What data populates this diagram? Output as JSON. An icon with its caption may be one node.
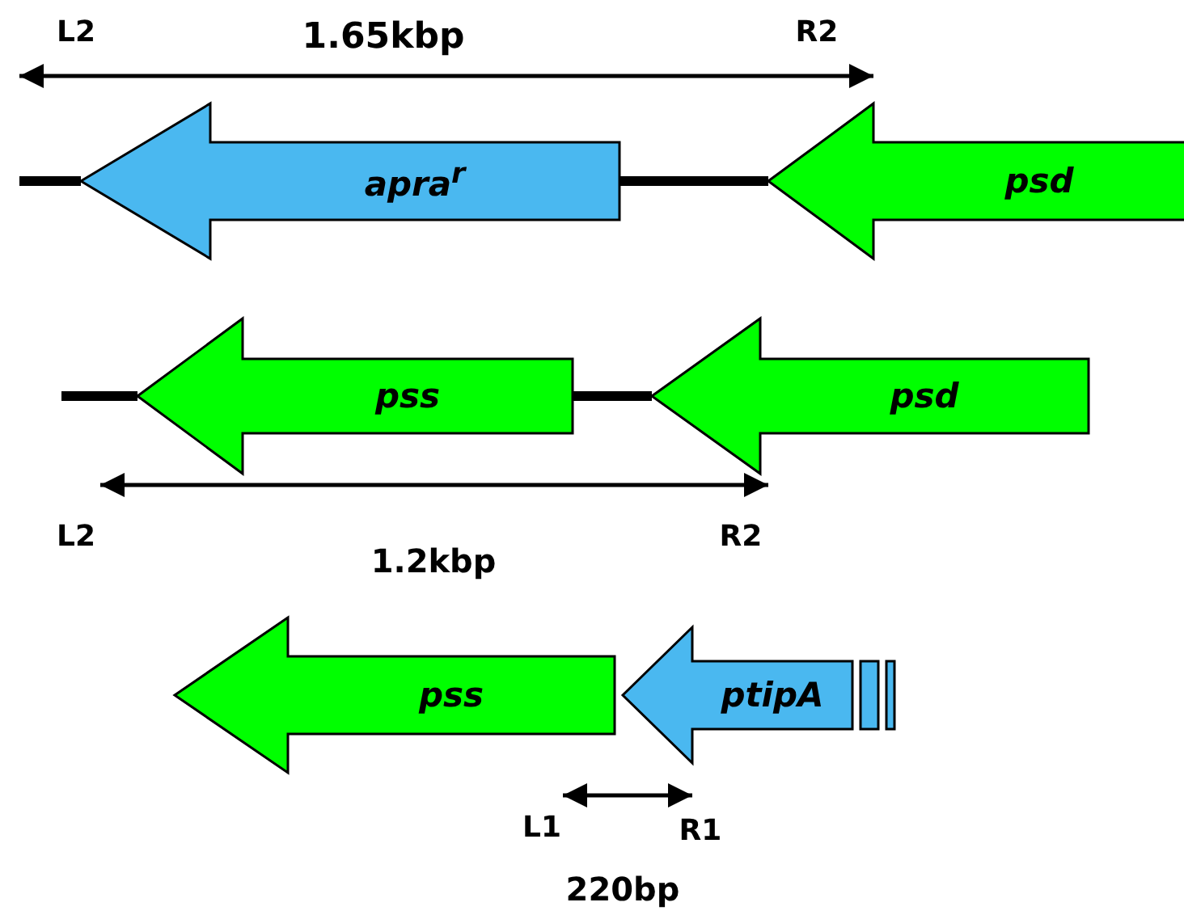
{
  "diagram": {
    "nodes": [
      {
        "text": [
          "apra$^{r}$"
        ]
      },
      {
        "text": [
          "psd"
        ]
      },
      {
        "text": [
          "pss"
        ]
      },
      {
        "text": [
          "psd"
        ]
      },
      {
        "text": [
          "pss"
        ]
      },
      {
        "text": [
          "ptipA"
        ]
      },
      {
        "text": [],
        "shape": "bar"
      },
      {
        "text": [],
        "shape": "bar"
      }
    ],
    "edges": [
      {
        "from": null,
        "to": 0,
        "arrow": "none"
      },
      {
        "from": 0,
        "to": 1,
        "arrow": "none"
      },
      {
        "from": null,
        "to": 2,
        "arrow": "none"
      },
      {
        "from": 2,
        "to": 3,
        "arrow": "none"
      }
    ],
    "labels": [
      "L2",
      "1.65kbp",
      "R2",
      "L2",
      "R2",
      "1.2kbp",
      "L1",
      "R1",
      "220bp"
    ]
  }
}
